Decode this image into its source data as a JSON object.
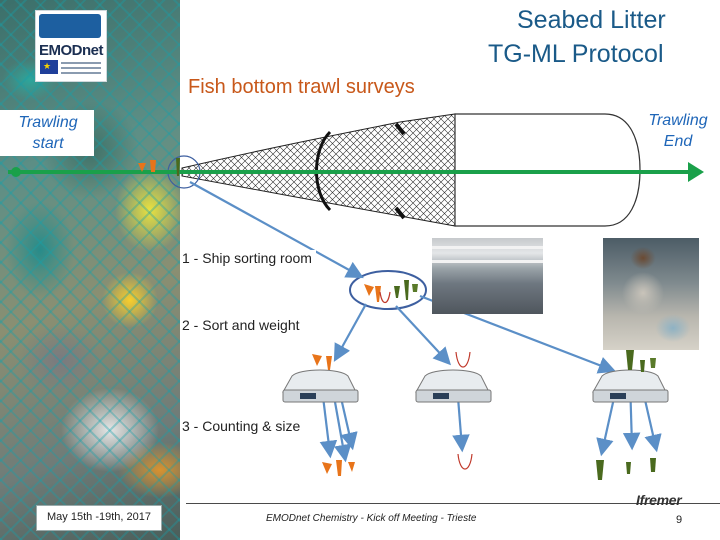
{
  "slide": {
    "title_line1": "Seabed Litter",
    "title_line2": "TG-ML Protocol",
    "subtitle": "Fish bottom trawl surveys",
    "trawling_start_line1": "Trawling",
    "trawling_start_line2": "start",
    "trawling_end_line1": "Trawling",
    "trawling_end_line2": "End",
    "steps": [
      {
        "label": "1 - Ship sorting room"
      },
      {
        "label": "2 - Sort and weight"
      },
      {
        "label": "3 - Counting & size"
      }
    ]
  },
  "logo": {
    "name": "EMODnet"
  },
  "footer": {
    "date": "May 15th -19th, 2017",
    "event": "EMODnet Chemistry - Kick off Meeting - Trieste",
    "brand": "Ifremer",
    "page": "9"
  },
  "colors": {
    "title": "#1a5a88",
    "subtitle": "#c8581a",
    "trawl_line": "#1aa04a",
    "flow_arrow": "#5b8fc7",
    "trawling_label": "#1f66b8",
    "litter_orange": "#e8741a",
    "litter_green": "#4a6a1e"
  },
  "icons": [
    "trawl-net-icon",
    "weighing-scale-icon",
    "litter-item-icon",
    "arrow-icon",
    "eu-flag-icon"
  ]
}
